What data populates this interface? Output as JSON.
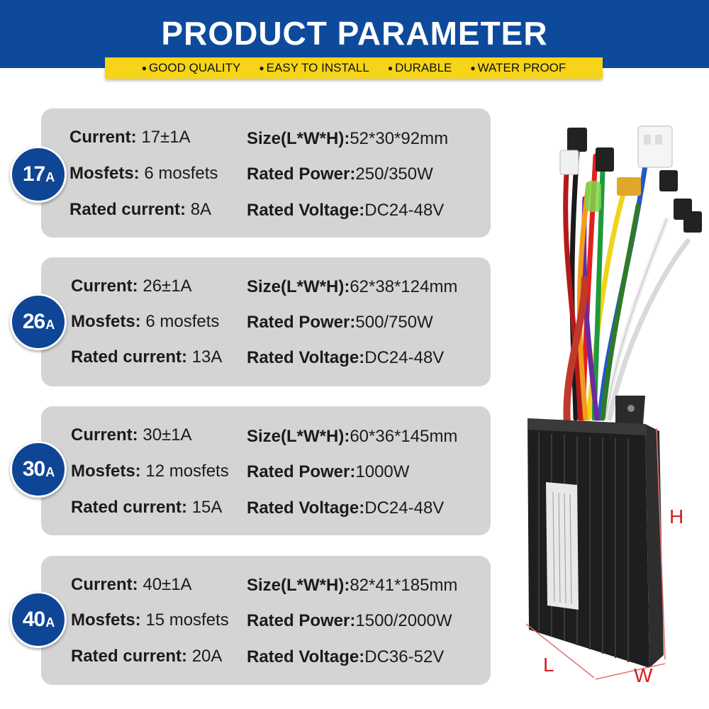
{
  "header": {
    "title": "PRODUCT  PARAMETER",
    "features": [
      "GOOD QUALITY",
      "EASY TO INSTALL",
      "DURABLE",
      "WATER PROOF"
    ]
  },
  "labels": {
    "current": "Current:",
    "mosfets": "Mosfets:",
    "rated_current": "Rated current:",
    "size": "Size(L*W*H):",
    "rated_power": "Rated Power:",
    "rated_voltage": "Rated Voltage:"
  },
  "models": [
    {
      "badge_num": "17",
      "badge_unit": "A",
      "current": " 17±1A",
      "mosfets": " 6 mosfets",
      "rated_current": " 8A",
      "size": "52*30*92mm",
      "rated_power": "250/350W",
      "rated_voltage": "DC24-48V"
    },
    {
      "badge_num": "26",
      "badge_unit": "A",
      "current": " 26±1A",
      "mosfets": " 6 mosfets",
      "rated_current": " 13A",
      "size": "62*38*124mm",
      "rated_power": "500/750W",
      "rated_voltage": "DC24-48V"
    },
    {
      "badge_num": "30",
      "badge_unit": "A",
      "current": " 30±1A",
      "mosfets": " 12 mosfets",
      "rated_current": " 15A",
      "size": "60*36*145mm",
      "rated_power": "1000W",
      "rated_voltage": "DC24-48V"
    },
    {
      "badge_num": "40",
      "badge_unit": "A",
      "current": " 40±1A",
      "mosfets": " 15 mosfets",
      "rated_current": " 20A",
      "size": "82*41*185mm",
      "rated_power": "1500/2000W",
      "rated_voltage": "DC36-52V"
    }
  ],
  "dimensions": {
    "h": "H",
    "l": "L",
    "w": "W"
  },
  "colors": {
    "header_blue": "#0e4a9c",
    "feature_yellow": "#f6d417",
    "card_gray": "#d4d4d4",
    "badge_blue": "#0f4595",
    "dimension_red": "#d71c1c"
  }
}
